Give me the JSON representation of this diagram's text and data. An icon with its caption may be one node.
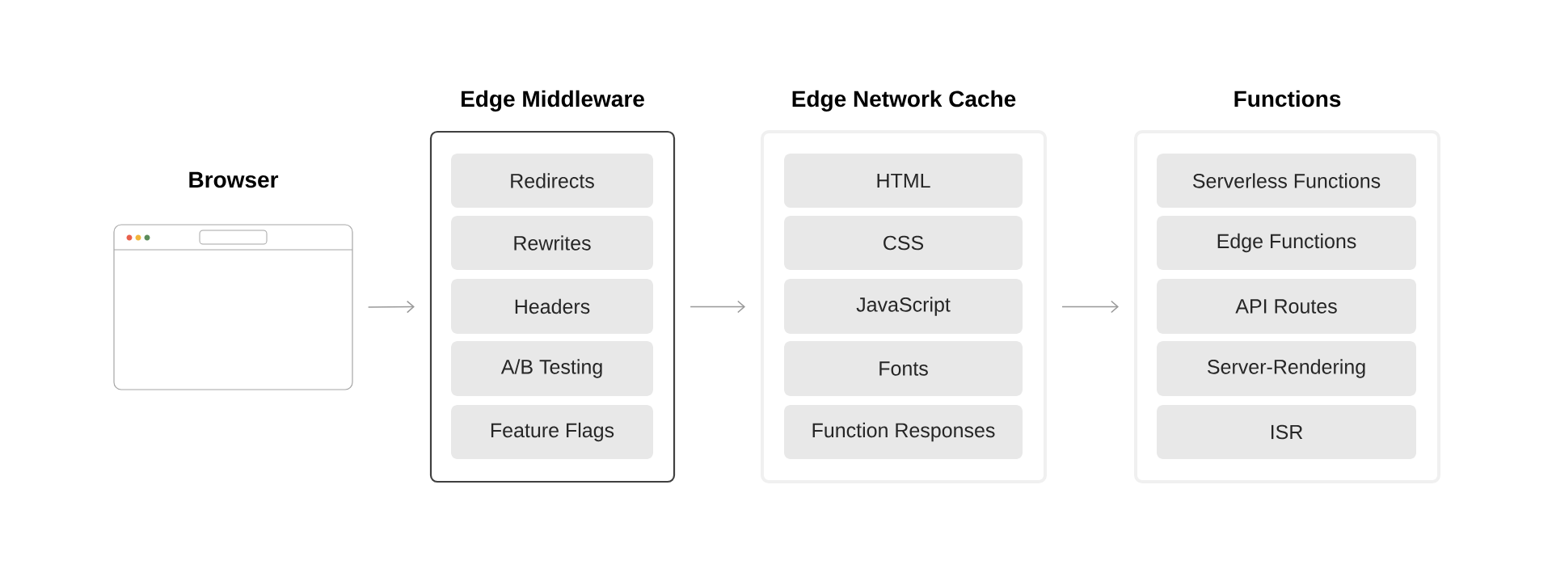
{
  "diagram": {
    "nodes": [
      {
        "text": [
          "Browser"
        ]
      },
      {
        "text": [
          "Edge Middleware"
        ]
      },
      {
        "text": [
          "Redirects"
        ],
        "in": 1
      },
      {
        "text": [
          "Rewrites"
        ],
        "in": 1
      },
      {
        "text": [
          "Headers"
        ],
        "in": 1
      },
      {
        "text": [
          "A/B Testing"
        ],
        "in": 1
      },
      {
        "text": [
          "Feature Flags"
        ],
        "in": 1
      },
      {
        "text": [
          "Edge Network Cache"
        ]
      },
      {
        "text": [
          "HTML"
        ],
        "in": 7
      },
      {
        "text": [
          "CSS"
        ],
        "in": 7
      },
      {
        "text": [
          "JavaScript"
        ],
        "in": 7
      },
      {
        "text": [
          "Fonts"
        ],
        "in": 7
      },
      {
        "text": [
          "Function Responses"
        ],
        "in": 7
      },
      {
        "text": [
          "Functions"
        ]
      },
      {
        "text": [
          "Serverless Functions"
        ],
        "in": 13
      },
      {
        "text": [
          "Edge Functions"
        ],
        "in": 13
      },
      {
        "text": [
          "API Routes"
        ],
        "in": 13
      },
      {
        "text": [
          "Server-Rendering"
        ],
        "in": 13
      },
      {
        "text": [
          "ISR"
        ],
        "in": 13
      }
    ],
    "edges": [
      {
        "from": 0,
        "to": 1,
        "arrow": "to"
      },
      {
        "from": 1,
        "to": 7,
        "arrow": "to"
      },
      {
        "from": 7,
        "to": 13,
        "arrow": "to"
      }
    ]
  }
}
